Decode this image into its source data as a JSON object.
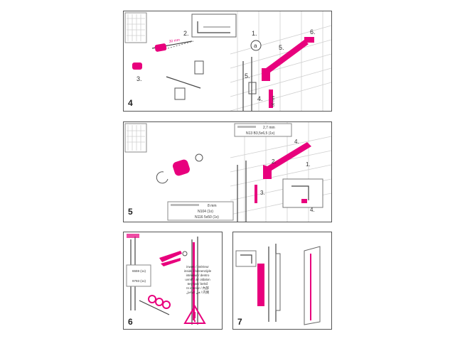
{
  "steps": {
    "step4": {
      "number": "4",
      "callouts": [
        "1.",
        "2.",
        "3.",
        "4.",
        "5.",
        "5.",
        "6."
      ],
      "a_label": "a",
      "dim_30mm": "30 mm",
      "dim_vertical": "00 mm"
    },
    "step5": {
      "number": "5",
      "callouts": [
        "1.",
        "2.",
        "3.",
        "4.",
        "4."
      ],
      "drill_top": "2,7 mm",
      "screw_top": "N13 B3,5x6,5 (1x)",
      "drill_bottom": "8 mm",
      "dowel": "N104 (1x)",
      "screw_bottom": "N116 5x50 (1x)"
    },
    "step6": {
      "number": "6",
      "part_a": "6559 (1x)",
      "part_b": "9793 (1x)",
      "warning_lines": [
        "inside / binnenzijde",
        "intérieur / dentro",
        "uvnitř / az oldalon",
        "внутри / belső",
        "In interior / 內部",
        "في الداخل / 内側"
      ],
      "warning_head": "inwen / intérieur"
    },
    "step7": {
      "number": "7"
    }
  },
  "colors": {
    "accent": "#e8007d",
    "line": "#555555",
    "tile": "#cfcfcf"
  }
}
